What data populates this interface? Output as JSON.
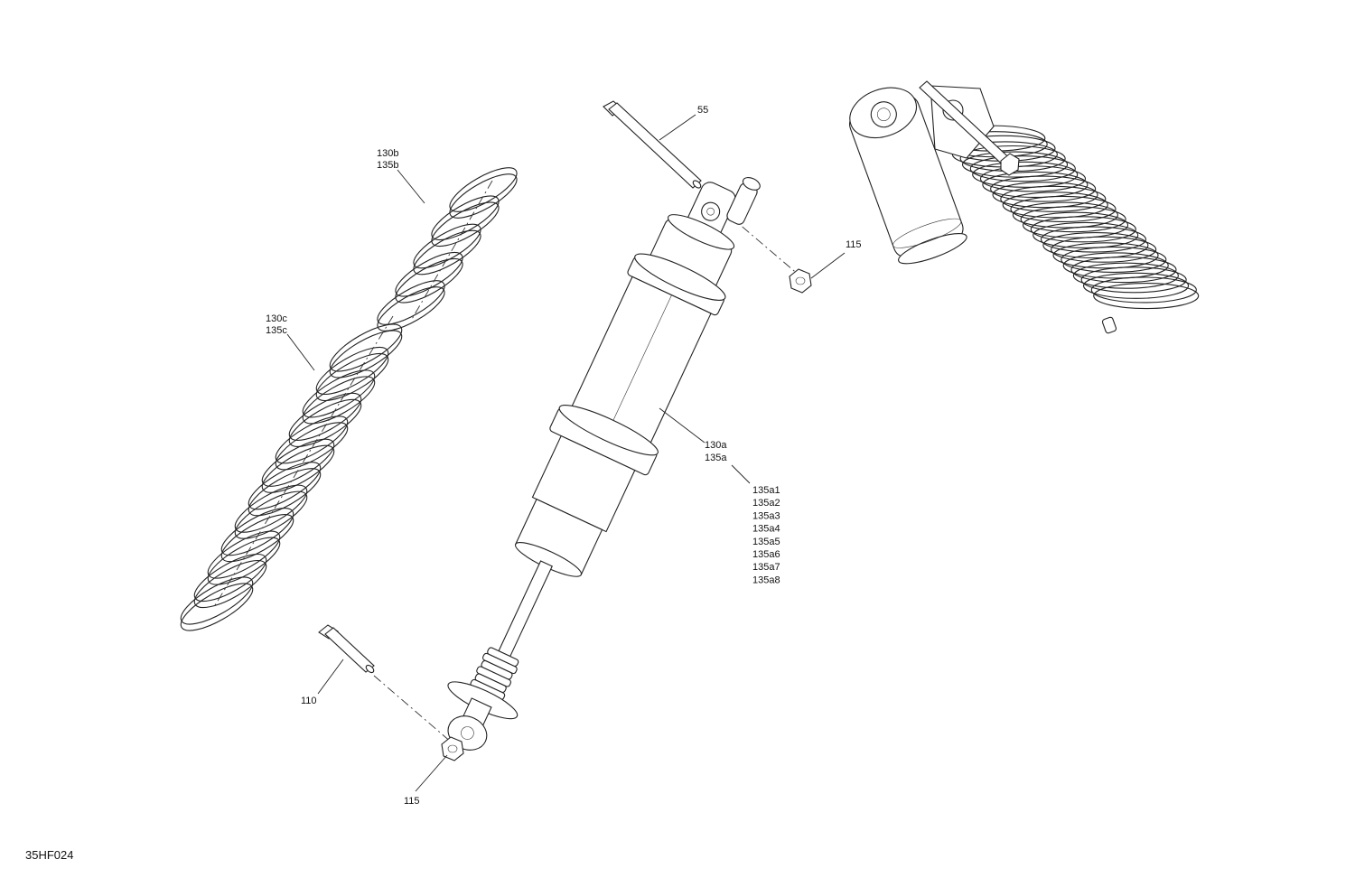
{
  "callouts": {
    "c55": "55",
    "c115_top": "115",
    "c130b": "130b",
    "c135b": "135b",
    "c130c": "130c",
    "c135c": "135c",
    "c130a": "130a",
    "c135a": "135a",
    "c135a_list": [
      "135a1",
      "135a2",
      "135a3",
      "135a4",
      "135a5",
      "135a6",
      "135a7",
      "135a8"
    ],
    "c110": "110",
    "c115_bottom": "115"
  },
  "figure_code": "35HF024"
}
